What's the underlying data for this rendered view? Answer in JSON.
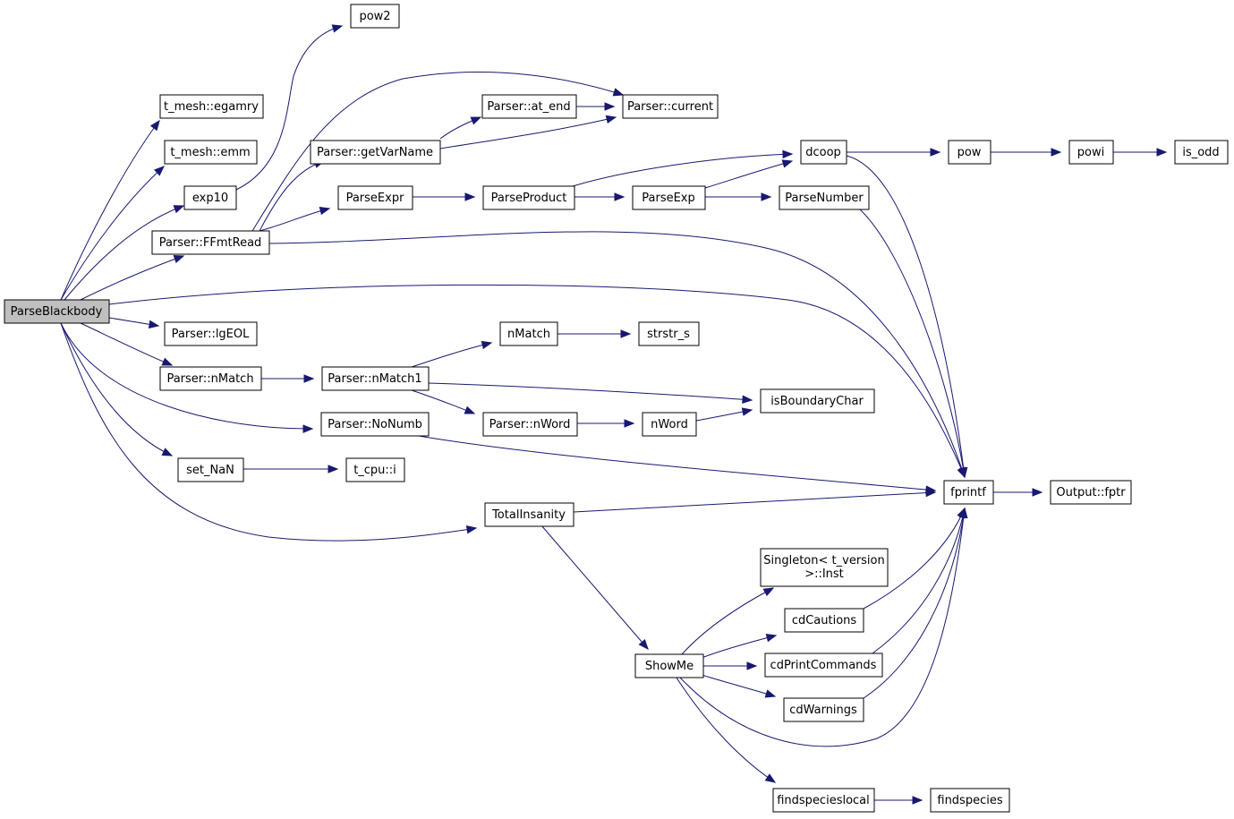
{
  "nodes": {
    "parseblackbody": "ParseBlackbody",
    "egamry": "t_mesh::egamry",
    "emm": "t_mesh::emm",
    "exp10": "exp10",
    "ffmtread": "Parser::FFmtRead",
    "lgeol": "Parser::lgEOL",
    "nmatch": "Parser::nMatch",
    "nonumb": "Parser::NoNumb",
    "setnan": "set_NaN",
    "totalinsanity": "TotalInsanity",
    "pow2": "pow2",
    "current": "Parser::current",
    "atend": "Parser::at_end",
    "getvarname": "Parser::getVarName",
    "parseexpr": "ParseExpr",
    "parseproduct": "ParseProduct",
    "parseexp": "ParseExp",
    "parsenumber": "ParseNumber",
    "dcoop": "dcoop",
    "pow": "pow",
    "powi": "powi",
    "isodd": "is_odd",
    "nmatch1": "Parser::nMatch1",
    "nmatchfn": "nMatch",
    "strstrs": "strstr_s",
    "isboundarychar": "isBoundaryChar",
    "nwordparser": "Parser::nWord",
    "nword": "nWord",
    "tcpui": "t_cpu::i",
    "fprintf": "fprintf",
    "outputfptr": "Output::fptr",
    "singleton_l1": "Singleton< t_version",
    "singleton_l2": ">::Inst",
    "cdcautions": "cdCautions",
    "cdprintcommands": "cdPrintCommands",
    "cdwarnings": "cdWarnings",
    "showme": "ShowMe",
    "findspecieslocal": "findspecieslocal",
    "findspecies": "findspecies"
  },
  "colors": {
    "edge": "#191970",
    "root_fill": "#bfbfbf",
    "node_fill": "#ffffff",
    "node_stroke": "#000000"
  }
}
